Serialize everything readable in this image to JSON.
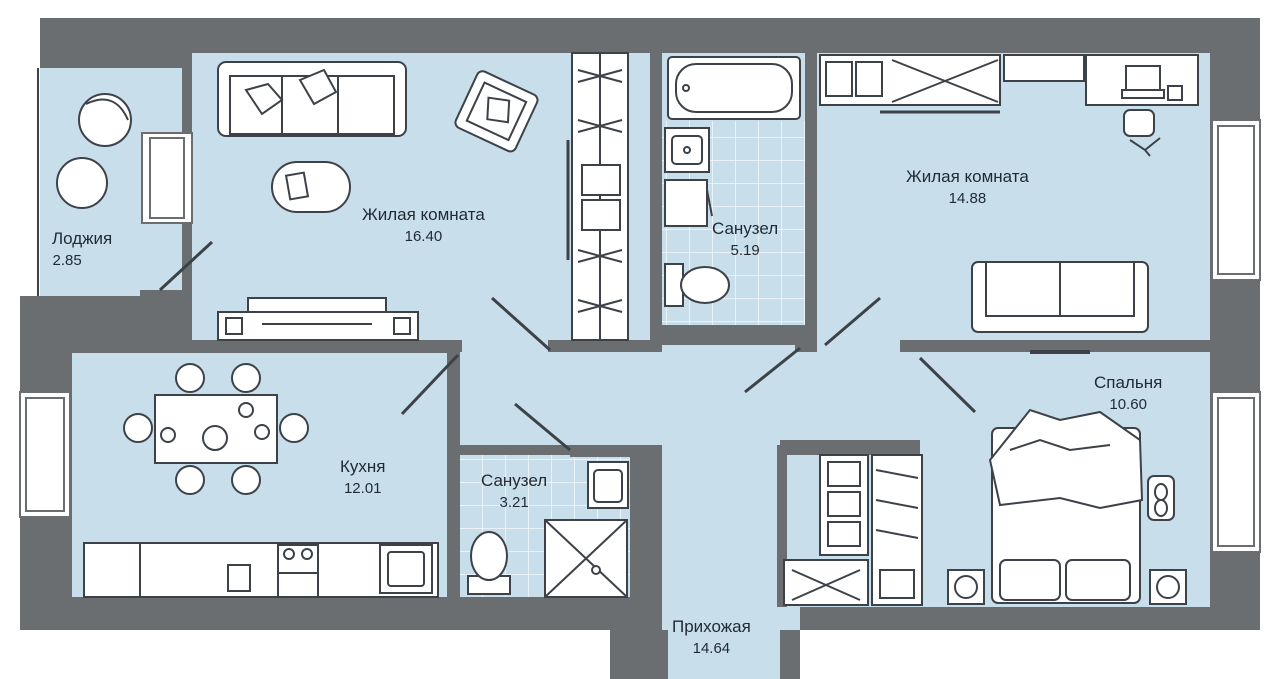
{
  "colors": {
    "wall": "#6b6e70",
    "floor": "#c8deeb",
    "tile": "#ffffff",
    "furniture_fill": "#ffffff",
    "furniture_stroke": "#3c4248",
    "label": "#1f2a33"
  },
  "rooms": [
    {
      "name": "Лоджия",
      "area": "2.85"
    },
    {
      "name": "Жилая комната",
      "area": "16.40"
    },
    {
      "name": "Санузел",
      "area": "5.19"
    },
    {
      "name": "Жилая комната",
      "area": "14.88"
    },
    {
      "name": "Спальня",
      "area": "10.60"
    },
    {
      "name": "Кухня",
      "area": "12.01"
    },
    {
      "name": "Санузел",
      "area": "3.21"
    },
    {
      "name": "Прихожая",
      "area": "14.64"
    }
  ],
  "icons": [
    "sofa-icon",
    "armchair-icon",
    "coffee-table-icon",
    "tv-stand-icon",
    "wardrobe-icon",
    "bathtub-icon",
    "sink-icon",
    "toilet-icon",
    "washing-machine-icon",
    "desk-icon",
    "laptop-icon",
    "office-chair-icon",
    "bed-icon",
    "slippers-icon",
    "fan-icon",
    "dining-table-icon",
    "chair-icon",
    "stove-icon",
    "oven-icon",
    "shower-icon",
    "round-table-icon",
    "lounge-chair-icon"
  ]
}
